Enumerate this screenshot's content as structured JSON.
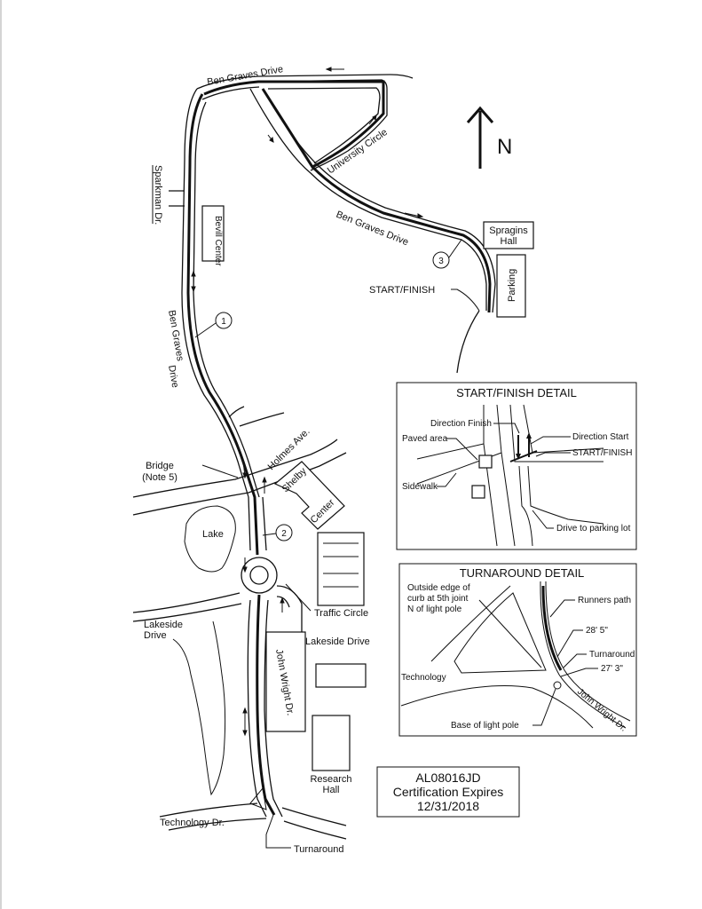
{
  "roads": {
    "ben_graves_top": "Ben Graves  Drive",
    "ben_graves_left_1": "Ben Graves",
    "ben_graves_left_2": "Drive",
    "ben_graves_diag": "Ben Graves Drive",
    "sparkman": "Sparkman Dr.",
    "university_circle": "University Circle",
    "holmes": "Holmes Ave.",
    "lakeside_label": "Lakeside Drive",
    "lakeside_left_1": "Lakeside",
    "lakeside_left_2": "Drive",
    "john_wright": "John Wright Dr.",
    "technology_dr": "Technology Dr."
  },
  "buildings": {
    "bevill": "Bevill Center",
    "spragins_1": "Spragins",
    "spragins_2": "Hall",
    "parking": "Parking",
    "shelby_1": "Shelby",
    "shelby_2": "Center",
    "research_1": "Research",
    "research_2": "Hall"
  },
  "features": {
    "lake": "Lake",
    "bridge_1": "Bridge",
    "bridge_2": "(Note 5)",
    "traffic_circle": "Traffic Circle",
    "start_finish": "START/FINISH",
    "turnaround": "Turnaround",
    "north": "N"
  },
  "markers": [
    "1",
    "2",
    "3"
  ],
  "start_finish_detail": {
    "title": "START/FINISH DETAIL",
    "direction_finish": "Direction Finish",
    "direction_start": "Direction Start",
    "paved_area": "Paved area",
    "start_finish": "START/FINISH",
    "sidewalk": "Sidewalk",
    "drive_to_parking": "Drive to parking lot"
  },
  "turnaround_detail": {
    "title": "TURNAROUND DETAIL",
    "outside_edge_1": "Outside edge of",
    "outside_edge_2": "curb at 5th joint",
    "outside_edge_3": "N of light pole",
    "runners_path": "Runners path",
    "dist_1": "28' 5\"",
    "turnaround": "Turnaround",
    "dist_2": "27' 3\"",
    "technology": "Technology",
    "john_wright": "John Wright Dr.",
    "base_light_pole": "Base of light pole"
  },
  "certification": {
    "code": "AL08016JD",
    "line2": "Certification Expires",
    "date": "12/31/2018"
  }
}
